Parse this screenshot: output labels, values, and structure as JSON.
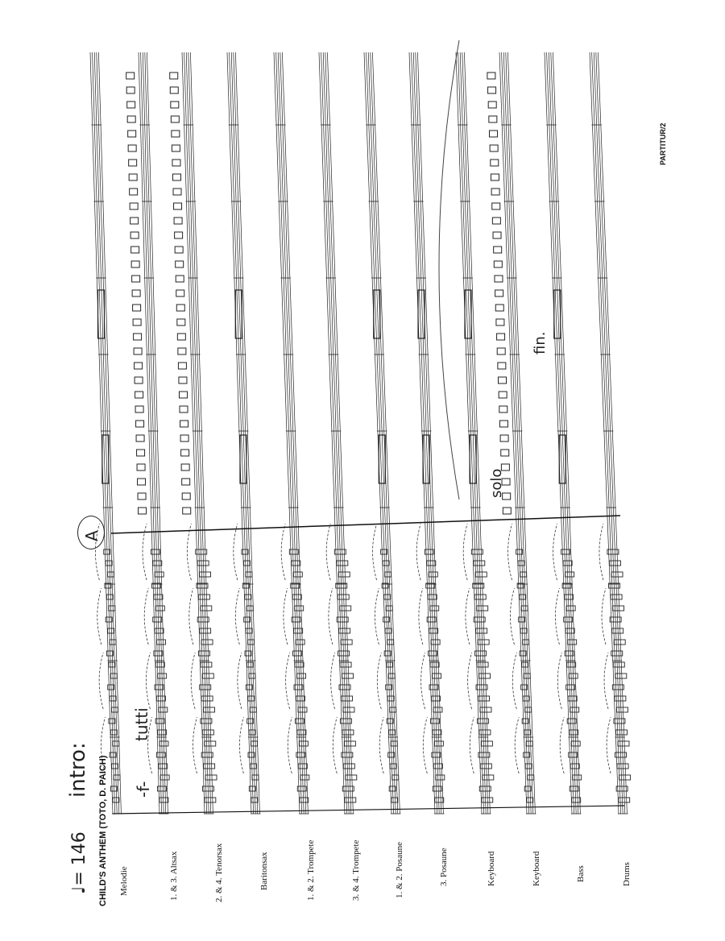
{
  "tempo": "♩= 146",
  "title": "CHILD'S ANTHEM (TOTO, D. PAICH)",
  "page_label": "PARTITUR/2",
  "rehearsal_mark": "A",
  "annotations": {
    "intro": "intro:",
    "dynamic": "-f-",
    "tutti": "tutti",
    "solo": "solo",
    "fine": "fin."
  },
  "instruments": [
    "Melodie",
    "1. & 3. Altsax",
    "2. & 4. Tenorsax",
    "Baritonsax",
    "1. & 2. Trompete",
    "3. & 4. Trompete",
    "1. & 2. Posaune",
    "3. Posaune",
    "Keyboard",
    "Keyboard",
    "Bass",
    "Drums"
  ]
}
